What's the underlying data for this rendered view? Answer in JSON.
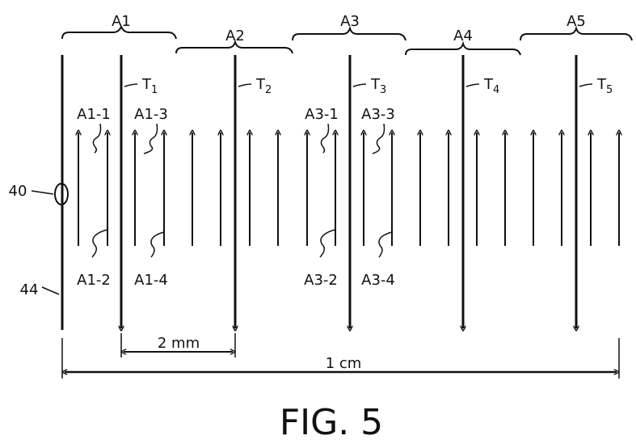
{
  "caption": "FIG. 5",
  "groups": [
    "A1",
    "A2",
    "A3",
    "A4",
    "A5"
  ],
  "transmitters": [
    {
      "main": "T",
      "sub": "1"
    },
    {
      "main": "T",
      "sub": "2"
    },
    {
      "main": "T",
      "sub": "3"
    },
    {
      "main": "T",
      "sub": "4"
    },
    {
      "main": "T",
      "sub": "5"
    }
  ],
  "receiver_labels": {
    "a1_1": "A1-1",
    "a1_3": "A1-3",
    "a3_1": "A3-1",
    "a3_3": "A3-3",
    "a1_2": "A1-2",
    "a1_4": "A1-4",
    "a3_2": "A3-2",
    "a3_4": "A3-4"
  },
  "element_40": "40",
  "element_44": "44",
  "dim_small": "2 mm",
  "dim_large": "1 cm"
}
